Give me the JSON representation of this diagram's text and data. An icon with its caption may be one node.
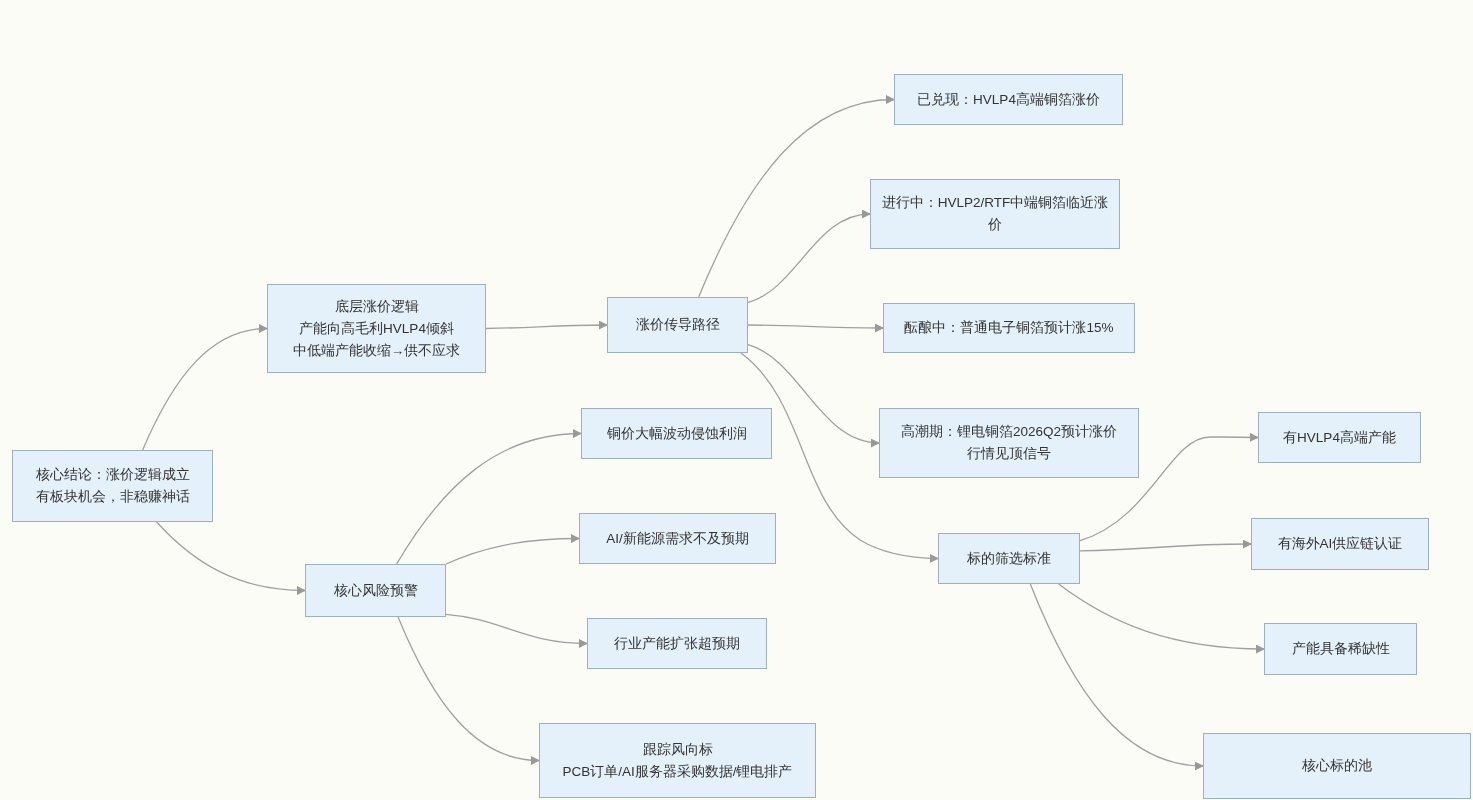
{
  "diagram": {
    "nodes": [
      {
        "text": [
          "核心结论：涨价逻辑成立",
          "有板块机会，非稳赚神话"
        ]
      },
      {
        "text": [
          "底层涨价逻辑",
          "产能向高毛利HVLP4倾斜",
          "中低端产能收缩→供不应求"
        ]
      },
      {
        "text": [
          "涨价传导路径"
        ]
      },
      {
        "text": [
          "已兑现：HVLP4高端铜箔涨价"
        ]
      },
      {
        "text": [
          "进行中：HVLP2/RTF中端铜箔临近涨价"
        ]
      },
      {
        "text": [
          "酝酿中：普通电子铜箔预计涨15%"
        ]
      },
      {
        "text": [
          "高潮期：锂电铜箔2026Q2预计涨价",
          "行情见顶信号"
        ]
      },
      {
        "text": [
          "铜价大幅波动侵蚀利润"
        ]
      },
      {
        "text": [
          "核心风险预警"
        ]
      },
      {
        "text": [
          "AI/新能源需求不及预期"
        ]
      },
      {
        "text": [
          "行业产能扩张超预期"
        ]
      },
      {
        "text": [
          "跟踪风向标",
          "PCB订单/AI服务器采购数据/锂电排产"
        ]
      },
      {
        "text": [
          "标的筛选标准"
        ]
      },
      {
        "text": [
          "有HVLP4高端产能"
        ]
      },
      {
        "text": [
          "有海外AI供应链认证"
        ]
      },
      {
        "text": [
          "产能具备稀缺性"
        ]
      },
      {
        "text": [
          "核心标的池"
        ]
      }
    ],
    "edges": [
      {
        "from": 0,
        "to": 1,
        "arrow": "to"
      },
      {
        "from": 0,
        "to": 8,
        "arrow": "to"
      },
      {
        "from": 1,
        "to": 2,
        "arrow": "to"
      },
      {
        "from": 2,
        "to": 3,
        "arrow": "to"
      },
      {
        "from": 2,
        "to": 4,
        "arrow": "to"
      },
      {
        "from": 2,
        "to": 5,
        "arrow": "to"
      },
      {
        "from": 2,
        "to": 6,
        "arrow": "to"
      },
      {
        "from": 2,
        "to": 12,
        "arrow": "to"
      },
      {
        "from": 8,
        "to": 7,
        "arrow": "to"
      },
      {
        "from": 8,
        "to": 9,
        "arrow": "to"
      },
      {
        "from": 8,
        "to": 10,
        "arrow": "to"
      },
      {
        "from": 8,
        "to": 11,
        "arrow": "to"
      },
      {
        "from": 12,
        "to": 13,
        "arrow": "to"
      },
      {
        "from": 12,
        "to": 14,
        "arrow": "to"
      },
      {
        "from": 12,
        "to": 15,
        "arrow": "to"
      },
      {
        "from": 12,
        "to": 16,
        "arrow": "to"
      }
    ]
  }
}
